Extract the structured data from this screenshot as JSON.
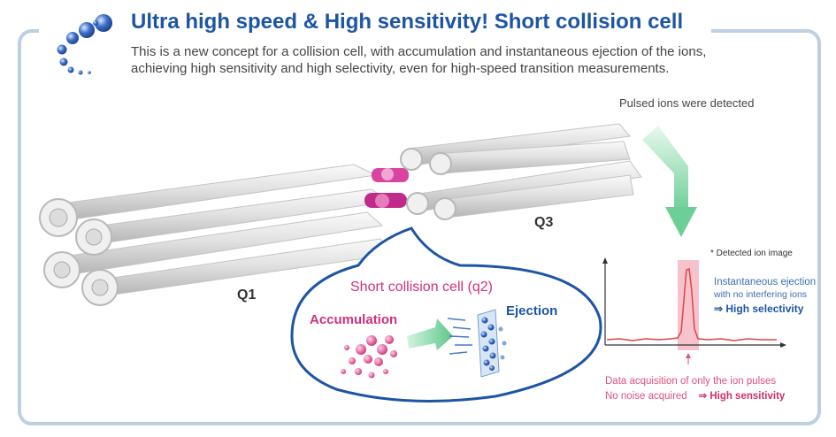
{
  "header": {
    "title": "Ultra high speed & High sensitivity! Short collision cell",
    "description_line1": "This is a new concept for a collision cell, with accumulation and instantaneous ejection of the ions,",
    "description_line2": "achieving high sensitivity and high selectivity, even for high-speed transition measurements."
  },
  "labels": {
    "q1": "Q1",
    "q3": "Q3",
    "pulsed": "Pulsed ions were detected",
    "detected_image": "* Detected ion image"
  },
  "bubble": {
    "title": "Short collision cell (q2)",
    "accumulation": "Accumulation",
    "ejection": "Ejection"
  },
  "annotations": {
    "instant_line1": "Instantaneous ejection",
    "instant_line2": "with no interfering ions",
    "instant_line3": "⇒ High selectivity",
    "acq_line1": "Data acquisition of only the ion pulses",
    "acq_line2_a": "No noise acquired",
    "acq_line2_b": "⇒ High sensitivity"
  },
  "colors": {
    "brand_blue": "#1d55a4",
    "accent_pink": "#d0307a",
    "frame": "#bcd0e2",
    "arrow_green": "#7fd6a6"
  }
}
